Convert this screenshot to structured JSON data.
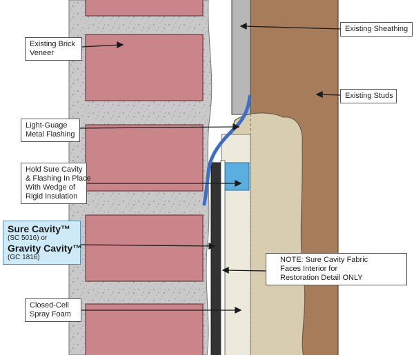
{
  "colors": {
    "brick": "#c9858a",
    "mortar": "#c9c9c9",
    "sheathing": "#b7b7b7",
    "stud": "#a67c5a",
    "spray_foam": "#d9cdb0",
    "cavity_fabric": "#eeeadb",
    "flashing": "#3d6fc4",
    "rigid_insulation": "#5aaee0",
    "drainage_mat": "#333333",
    "highlight_box": "#cfeaf7"
  },
  "labels": {
    "existing_brick_veneer": [
      "Existing Brick",
      "Veneer"
    ],
    "existing_sheathing": [
      "Existing Sheathing"
    ],
    "existing_studs": [
      "Existing Studs"
    ],
    "light_gauge_flashing": [
      "Light-Guage",
      "Metal Flashing"
    ],
    "hold_sure_cavity": [
      "Hold Sure Cavity",
      "& Flashing In Place",
      "With Wedge of",
      "Rigid Insulation"
    ],
    "product": {
      "line1": "Sure Cavity™",
      "line2": "(SC 5016) or",
      "line3": "Gravity Cavity™",
      "line4": "(GC 1816)"
    },
    "note": [
      "NOTE: Sure Cavity Fabric",
      "Faces Interior for",
      "Restoration Detail ONLY"
    ],
    "closed_cell_foam": [
      "Closed-Cell",
      "Spray Foam"
    ]
  }
}
